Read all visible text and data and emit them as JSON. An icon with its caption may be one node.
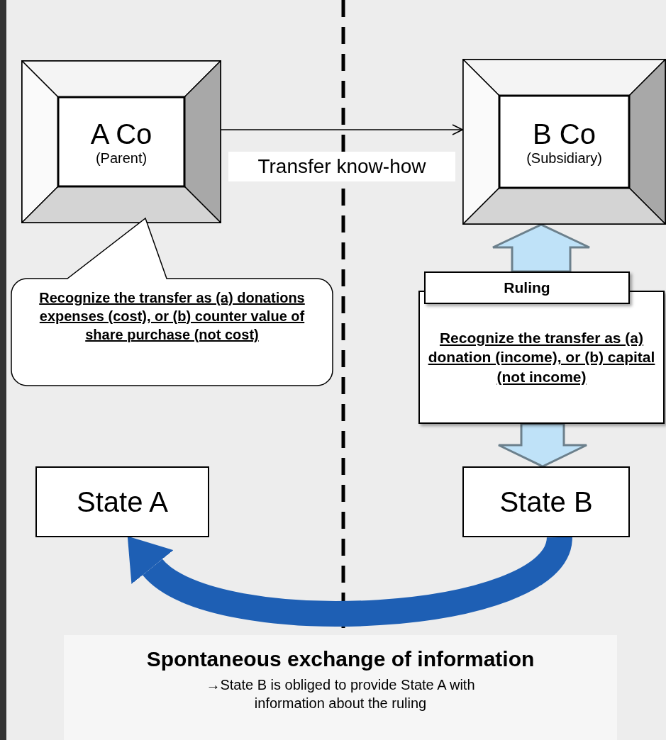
{
  "diagram": {
    "nodes": [
      {
        "text": [
          "A Co",
          "(Parent)"
        ]
      },
      {
        "text": [
          "B Co",
          "(Subsidiary)"
        ]
      },
      {
        "text": [
          "Recognize the transfer as (a) donations expenses (cost), or (b) counter value of share purchase (not cost)"
        ]
      },
      {
        "text": [
          "Ruling"
        ]
      },
      {
        "text": [
          "Recognize the transfer as (a) donation (income), or (b) capital (not income)"
        ]
      },
      {
        "text": [
          "State A"
        ]
      },
      {
        "text": [
          "State B"
        ]
      },
      {
        "text": [
          "Spontaneous exchange of information",
          "→State B is obliged to provide State A with information about the ruling"
        ]
      }
    ],
    "edges": [
      {
        "from": 0,
        "to": 1,
        "arrow": "to",
        "label": "Transfer know-how"
      },
      {
        "from": 3,
        "to": 1,
        "arrow": "to",
        "style": "thick",
        "color": "#bfe2f8"
      },
      {
        "from": 4,
        "to": 6,
        "arrow": "to",
        "style": "thick",
        "color": "#bfe2f8"
      },
      {
        "from": 6,
        "to": 5,
        "arrow": "to",
        "style": "thick",
        "color": "#1e5fb4"
      }
    ]
  }
}
